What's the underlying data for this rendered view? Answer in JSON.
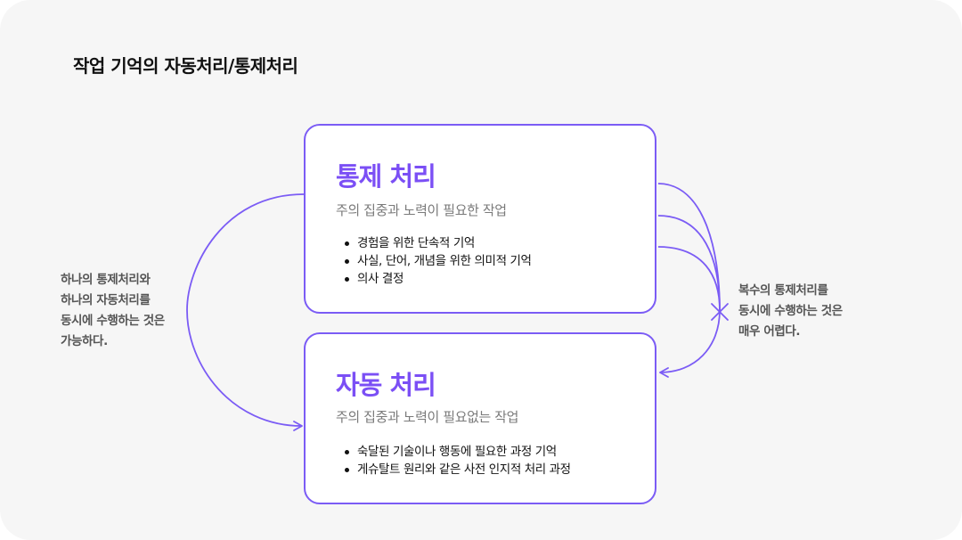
{
  "page": {
    "title": "작업 기억의 자동처리/통제처리"
  },
  "controlled": {
    "title": "통제 처리",
    "subtitle": "주의 집중과 노력이 필요한 작업",
    "items": [
      "경험을 위한 단속적 기억",
      "사실, 단어, 개념을 위한 의미적 기억",
      "의사 결정"
    ]
  },
  "automatic": {
    "title": "자동 처리",
    "subtitle": "주의 집중과 노력이 필요없는 작업",
    "items": [
      "숙달된 기술이나 행동에 필요한 과정 기억",
      "게슈탈트 원리와 같은 사전 인지적 처리 과정"
    ]
  },
  "notes": {
    "left": "하나의 통제처리와\n하나의 자동처리를\n동시에 수행하는 것은\n가능하다.",
    "right": "복수의 통제처리를\n동시에 수행하는 것은\n매우 어렵다."
  },
  "colors": {
    "accent": "#7b4ff5",
    "border": "#7b5cf5",
    "background": "#f6f6f6"
  }
}
